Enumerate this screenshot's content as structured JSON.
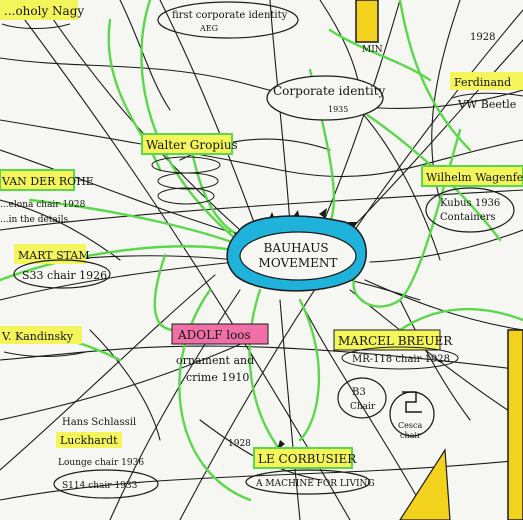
{
  "diagram": {
    "center": "BAUHAUS MOVEMENT",
    "nodes": {
      "moholy": {
        "name": "...oholy Nagy",
        "note": ""
      },
      "first_corporate": {
        "name": "first corporate identity",
        "note": "AEG"
      },
      "corporate_identity": {
        "name": "Corporate identity",
        "note": "1935"
      },
      "gropius": {
        "name": "Walter Gropius",
        "notes": [
          "",
          "",
          ""
        ]
      },
      "van_der_rohe": {
        "name": "VAN DER ROHE",
        "notes": [
          "...elona chair 1928",
          "...in the details"
        ]
      },
      "ferdinand": {
        "name": "Ferdinand",
        "note": "VW Beetle"
      },
      "wagenfeld": {
        "name": "Wilhelm Wagenfeld",
        "notes": [
          "Kubus 1936",
          "Containers"
        ]
      },
      "mart_stam": {
        "name": "MART STAM",
        "note": "S33 chair 1926"
      },
      "kandinsky": {
        "name": "V. Kandinsky",
        "note": ""
      },
      "loos": {
        "name": "ADOLF loos",
        "notes": [
          "ornament and",
          "crime 1910"
        ]
      },
      "breuer": {
        "name": "MARCEL BREUER",
        "note": "MR-118 chair 1928",
        "sub": [
          "B3",
          "Chair",
          "Cesca",
          "chair"
        ]
      },
      "schlassil": {
        "name": "Hans Schlassil",
        "name2": "Luckhardt",
        "notes": [
          "Lounge chair 1936",
          "S114 chair 1933"
        ]
      },
      "corbusier": {
        "name": "LE CORBUSIER",
        "note": "A MACHINE FOR LIVING",
        "top": "1928"
      }
    },
    "edge_labels": [
      "MIN",
      "1928"
    ],
    "colors": {
      "ink": "#141414",
      "highlight_yellow": "#f4f55a",
      "highlight_pink": "#f06fa6",
      "highlight_blue": "#1fb3dc",
      "edge_green": "#5ad84a",
      "frame_yellow": "#f2d21c"
    }
  }
}
